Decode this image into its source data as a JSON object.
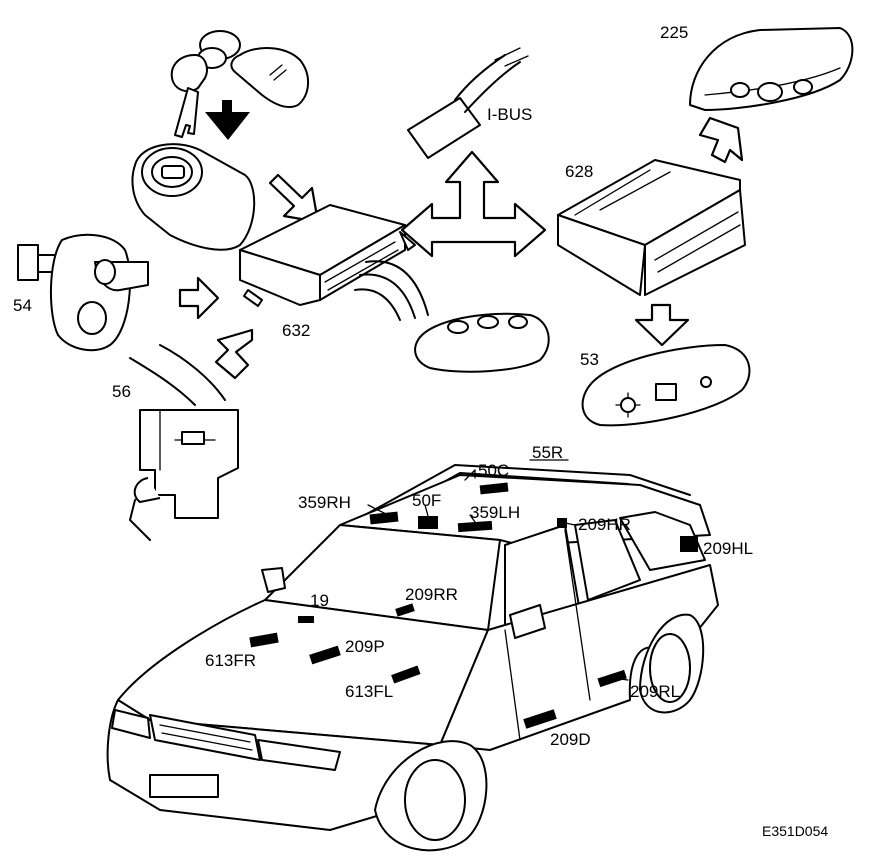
{
  "diagram": {
    "components": {
      "ignition_switch": "54",
      "hood_switch": "56",
      "control_module": "632",
      "interior_unit": "225",
      "central_module": "628",
      "remote_key": "53",
      "bus": "I-BUS"
    },
    "sensor_labels": {
      "roof_center": "50C",
      "roof_rear": "55R",
      "roof_left_front": "359RH",
      "roof_front": "50F",
      "roof_right_front": "359LH",
      "rear_right": "209HR",
      "rear_left": "209HL",
      "dash": "19",
      "dash_right": "209RR",
      "hood_center": "209P",
      "hood_front_right": "613FR",
      "hood_front_left": "613FL",
      "side_rear": "209RL",
      "door": "209D"
    },
    "figure_code": "E351D054"
  }
}
